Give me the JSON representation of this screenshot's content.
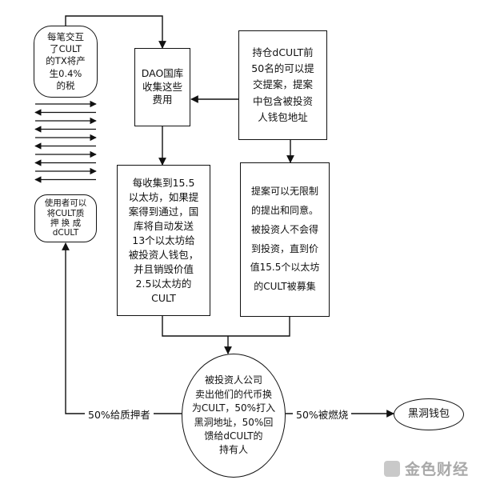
{
  "diagram": {
    "nodes": [
      {
        "id": "tax",
        "text": "每笔交互\n了CULT\n的TX将产\n生0.4%\n的税"
      },
      {
        "id": "staker",
        "text": "使用者可以\n将CULT质\n押 换 成\ndCULT"
      },
      {
        "id": "treasury",
        "text": "DAO国库\n收集这些\n费用"
      },
      {
        "id": "top50",
        "text": "持仓dCULT前\n50名的可以提\n交提案，提案\n中包含被投资\n人钱包地址"
      },
      {
        "id": "auto_send",
        "text": "每收集到15.5\n以太坊，如果提\n案得到通过，国\n库将自动发送\n13个以太坊给\n被投资人钱包，\n并且销毁价值\n2.5以太坊的\nCULT"
      },
      {
        "id": "unlimited",
        "text": "提案可以无限制\n的提出和同意。\n被投资人不会得\n到投资，直到价\n值15.5个以太坊\n的CULT被募集"
      },
      {
        "id": "investee",
        "text": "被投资人公司\n卖出他们的代币换\n为CULT，50%打入\n黑洞地址，50%回\n馈给dCULT的\n持有人"
      },
      {
        "id": "blackhole",
        "text": "黑洞钱包"
      }
    ],
    "edge_labels": [
      {
        "id": "to_stakers",
        "text": "50%给质押者"
      },
      {
        "id": "burned",
        "text": "50%被燃烧"
      }
    ]
  },
  "watermark": {
    "text": "金色财经"
  }
}
